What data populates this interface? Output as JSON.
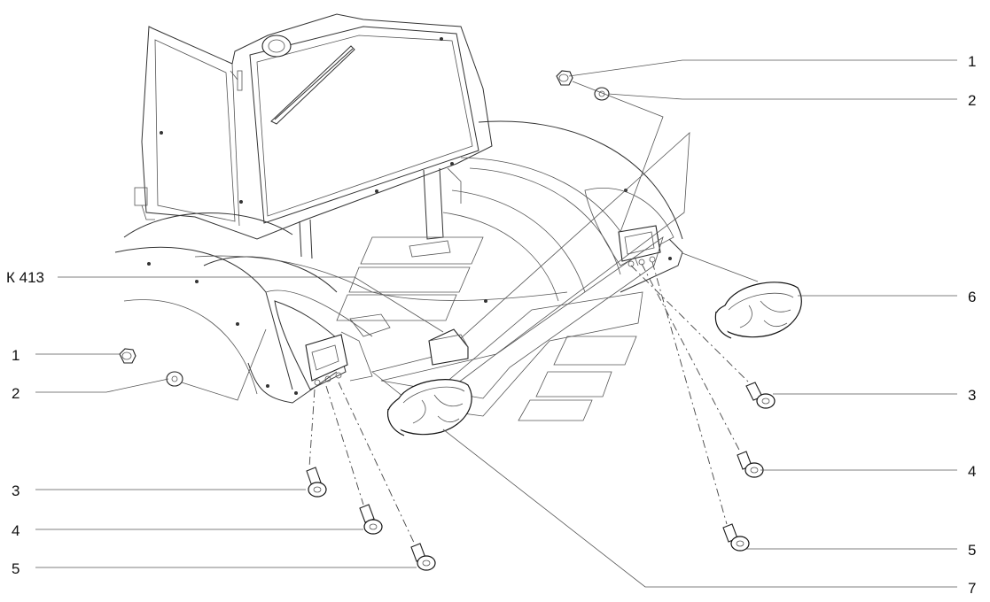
{
  "callouts": {
    "right_1": "1",
    "right_2": "2",
    "right_3": "3",
    "right_4": "4",
    "right_5": "5",
    "right_6": "6",
    "right_7": "7",
    "left_k": "К 413",
    "left_1": "1",
    "left_2": "2",
    "left_3": "3",
    "left_4": "4",
    "left_5": "5"
  }
}
